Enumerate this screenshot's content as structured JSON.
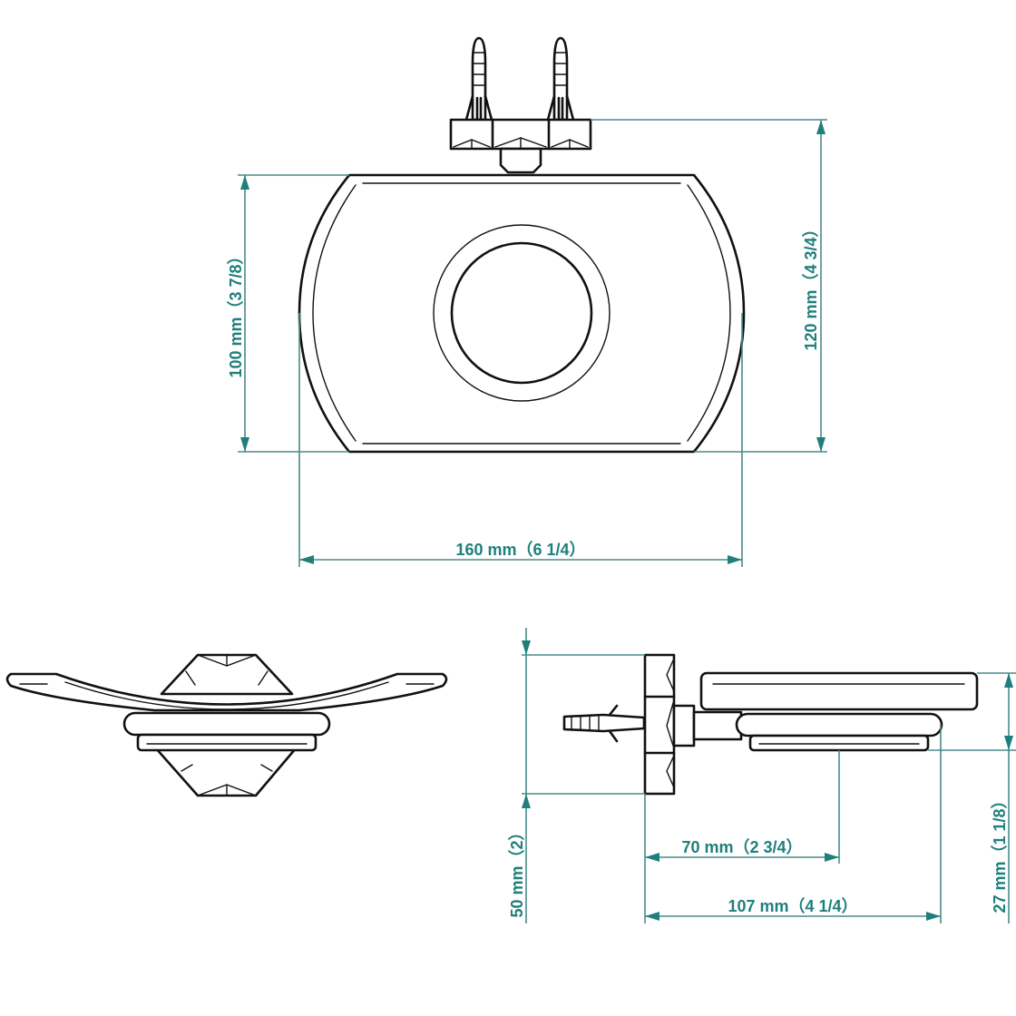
{
  "drawing": {
    "line_color": "#111111",
    "dimension_color": "#1f7f7c",
    "views": {
      "top": {
        "dimensions": {
          "height": {
            "value_mm": 100,
            "value_in": "3 7/8",
            "label": "100 mm（3 7/8）"
          },
          "total_height": {
            "value_mm": 120,
            "value_in": "4 3/4",
            "label": "120 mm（4 3/4）"
          },
          "width": {
            "value_mm": 160,
            "value_in": "6 1/4",
            "label": "160 mm（6 1/4）"
          }
        }
      },
      "front": {
        "dimensions": {}
      },
      "side": {
        "dimensions": {
          "base_height": {
            "value_mm": 50,
            "value_in": "2",
            "label": "50 mm（2）"
          },
          "depth_to_center": {
            "value_mm": 70,
            "value_in": "2 3/4",
            "label": "70 mm（2 3/4）"
          },
          "total_depth": {
            "value_mm": 107,
            "value_in": "4 1/4",
            "label": "107 mm（4 1/4）"
          },
          "dish_height": {
            "value_mm": 27,
            "value_in": "1 1/8",
            "label": "27 mm（1 1/8）"
          }
        }
      }
    }
  }
}
